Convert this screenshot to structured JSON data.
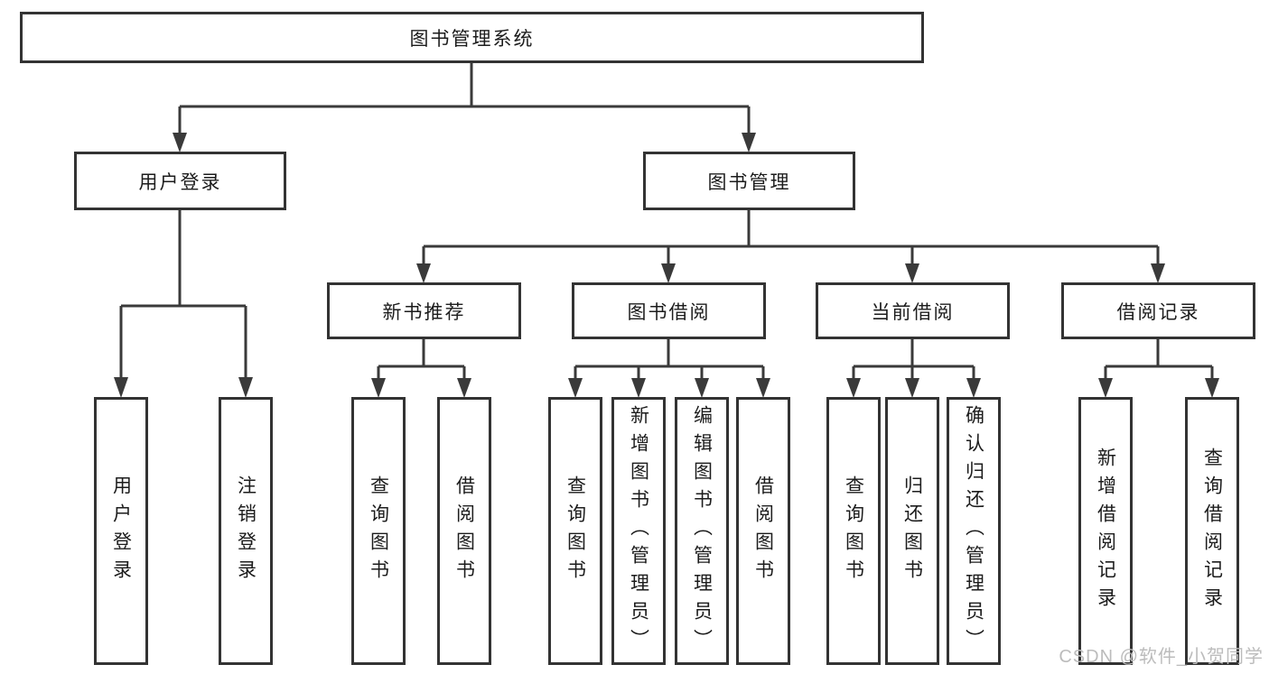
{
  "diagram": {
    "root": {
      "label": "图书管理系统",
      "children": [
        {
          "label": "用户登录",
          "children": [
            {
              "label": "用户登录"
            },
            {
              "label": "注销登录"
            }
          ]
        },
        {
          "label": "图书管理",
          "children": [
            {
              "label": "新书推荐",
              "children": [
                {
                  "label": "查询图书"
                },
                {
                  "label": "借阅图书"
                }
              ]
            },
            {
              "label": "图书借阅",
              "children": [
                {
                  "label": "查询图书"
                },
                {
                  "label": "新增图书（管理员）"
                },
                {
                  "label": "编辑图书（管理员）"
                },
                {
                  "label": "借阅图书"
                }
              ]
            },
            {
              "label": "当前借阅",
              "children": [
                {
                  "label": "查询图书"
                },
                {
                  "label": "归还图书"
                },
                {
                  "label": "确认归还（管理员）"
                }
              ]
            },
            {
              "label": "借阅记录",
              "children": [
                {
                  "label": "新增借阅记录"
                },
                {
                  "label": "查询借阅记录"
                }
              ]
            }
          ]
        }
      ]
    }
  },
  "watermark": "CSDN @软件_小贺同学",
  "colors": {
    "line": "#3a3a3a",
    "border": "#333333",
    "text": "#1c1c1c",
    "watermark": "#bcbcbc",
    "background": "#ffffff"
  }
}
